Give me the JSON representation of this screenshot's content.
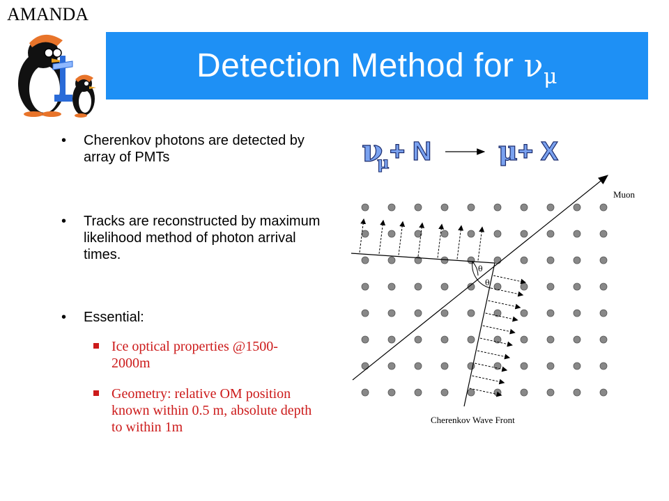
{
  "corner_label": "AMANDA",
  "title": {
    "text": "Detection Method for",
    "symbol": "ν",
    "subscript": "μ"
  },
  "bullets": [
    {
      "text": "Cherenkov photons   are detected by array of PMTs"
    },
    {
      "text": "Tracks are reconstructed by maximum likelihood method of photon arrival times."
    },
    {
      "text": "Essential:"
    }
  ],
  "sub_bullets": [
    {
      "text": "Ice optical properties @1500-2000m"
    },
    {
      "text": "Geometry: relative OM position known within 0.5 m, absolute depth to within 1m"
    }
  ],
  "reaction": {
    "lhs_symbol": "ν",
    "lhs_sub": "μ",
    "lhs_rest": "+ N",
    "rhs_symbol": "μ",
    "rhs_rest": "+ X"
  },
  "diagram": {
    "muon_label": "Muon",
    "theta_label": "θ",
    "wavefront_label": "Cherenkov Wave Front"
  },
  "colors": {
    "title_bar": "#1e90f5",
    "title_text": "#ffffff",
    "sub_bullet_text": "#cc1a1a",
    "reaction_fill": "#7aa2f0",
    "om_dot": "#888888"
  }
}
